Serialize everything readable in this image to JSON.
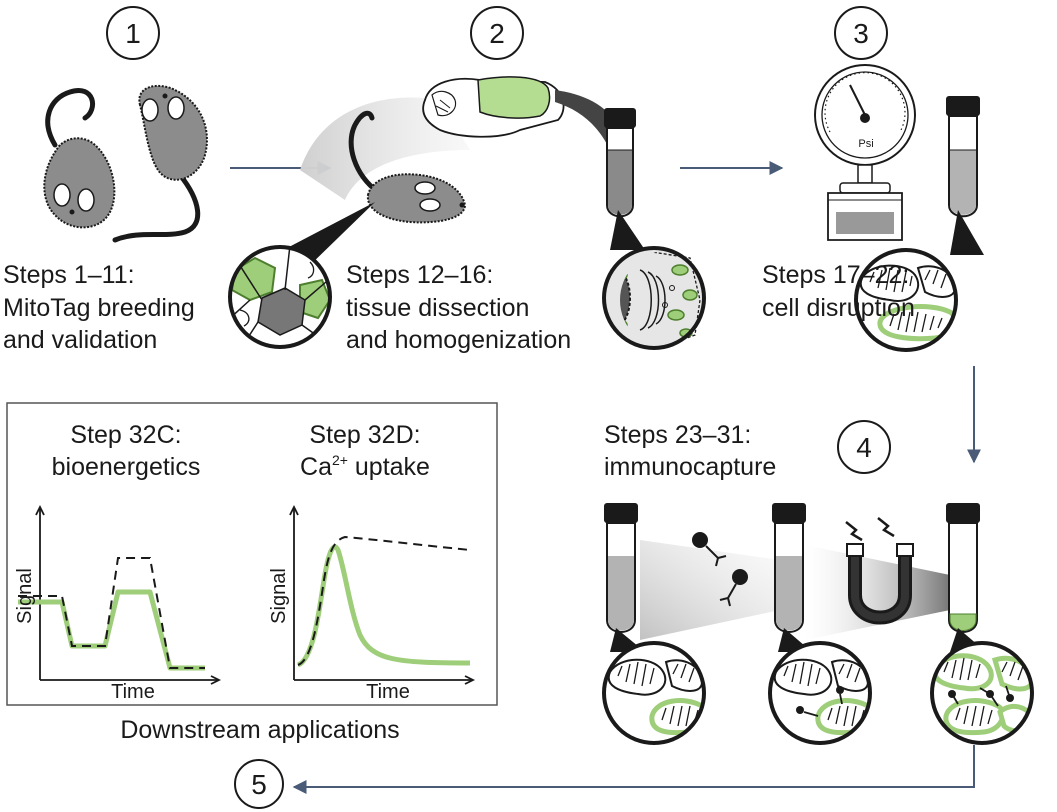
{
  "steps": {
    "s1": {
      "number": "1",
      "line1": "Steps 1–11:",
      "line2": "MitoTag breeding",
      "line3": "and validation"
    },
    "s2": {
      "number": "2",
      "line1": "Steps 12–16:",
      "line2": "tissue dissection",
      "line3": "and homogenization"
    },
    "s3": {
      "number": "3",
      "line1": "Steps 17–22:",
      "line2": "cell disruption"
    },
    "s4": {
      "number": "4",
      "line1": "Steps 23–31:",
      "line2": "immunocapture"
    },
    "s5": {
      "number": "5"
    }
  },
  "gauge_label": "Psi",
  "applications": {
    "caption": "Downstream applications",
    "bio": {
      "line1": "Step 32C:",
      "line2": "bioenergetics",
      "ylabel": "Signal",
      "xlabel": "Time"
    },
    "ca": {
      "line1": "Step 32D:",
      "ca_text": "Ca",
      "ca_sup": "2+",
      "ca_rest": " uptake",
      "ylabel": "Signal",
      "xlabel": "Time"
    }
  },
  "colors": {
    "green": "#9fce7a",
    "dark_green": "#4d7f2e",
    "mouse": "#8c8c8c",
    "tube": "#a0a0a0",
    "arrow": "#4a5b78"
  }
}
